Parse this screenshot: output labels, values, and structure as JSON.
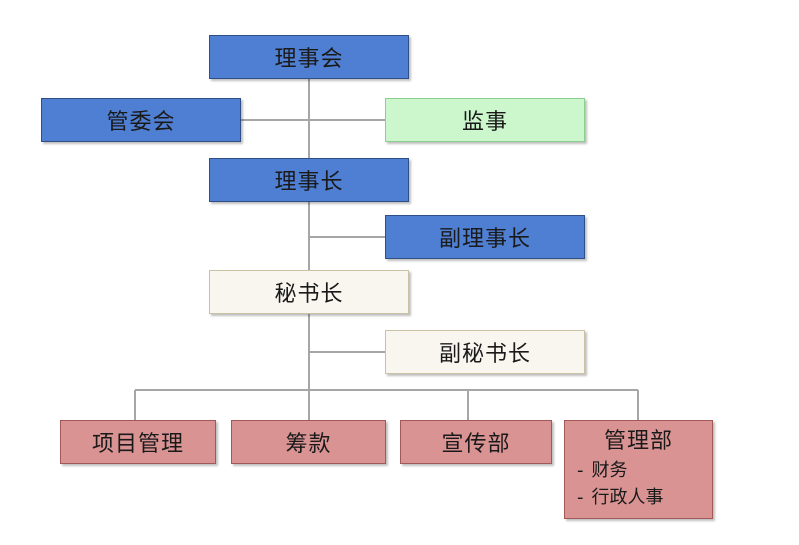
{
  "colors": {
    "connector": "#a6a6a6",
    "blue": "#4f7fd2",
    "green": "#ccf7cc",
    "cream": "#f8f6ee",
    "rose": "#d99393"
  },
  "nodes": {
    "council": "理事会",
    "management_committee": "管委会",
    "supervisor": "监事",
    "chairman": "理事长",
    "vice_chairman": "副理事长",
    "secretary_general": "秘书长",
    "deputy_secretary_general": "副秘书长"
  },
  "departments": [
    {
      "title": "项目管理"
    },
    {
      "title": "筹款"
    },
    {
      "title": "宣传部"
    },
    {
      "title": "管理部",
      "sub_items": [
        "财务",
        "行政人事"
      ]
    }
  ],
  "bullet": "-"
}
